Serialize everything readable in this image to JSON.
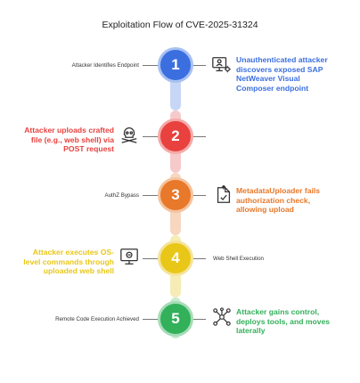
{
  "title": "Exploitation Flow of CVE-2025-31324",
  "steps": [
    {
      "number": "1",
      "short_label": "Attacker Identifies Endpoint",
      "description": "Unauthenticated attacker discovers exposed SAP NetWeaver Visual Composer endpoint",
      "icon": "monitor-user-icon",
      "color": "#3b6fe0"
    },
    {
      "number": "2",
      "short_label": "",
      "description": "Attacker uploads crafted file (e.g., web shell) via POST request",
      "icon": "skull-crossbones-icon",
      "color": "#e8413e"
    },
    {
      "number": "3",
      "short_label": "AuthZ Bypass",
      "description": "MetadataUploader fails authorization check, allowing upload",
      "icon": "upload-file-icon",
      "color": "#e8782a"
    },
    {
      "number": "4",
      "short_label": "Web Shell Execution",
      "description": "Attacker executes OS-level commands through uploaded web shell",
      "icon": "terminal-monitor-icon",
      "color": "#e8c718"
    },
    {
      "number": "5",
      "short_label": "Remote Code Execution Achieved",
      "description": "Attacker gains control, deploys tools, and moves laterally",
      "icon": "network-nodes-icon",
      "color": "#33b05a"
    }
  ]
}
